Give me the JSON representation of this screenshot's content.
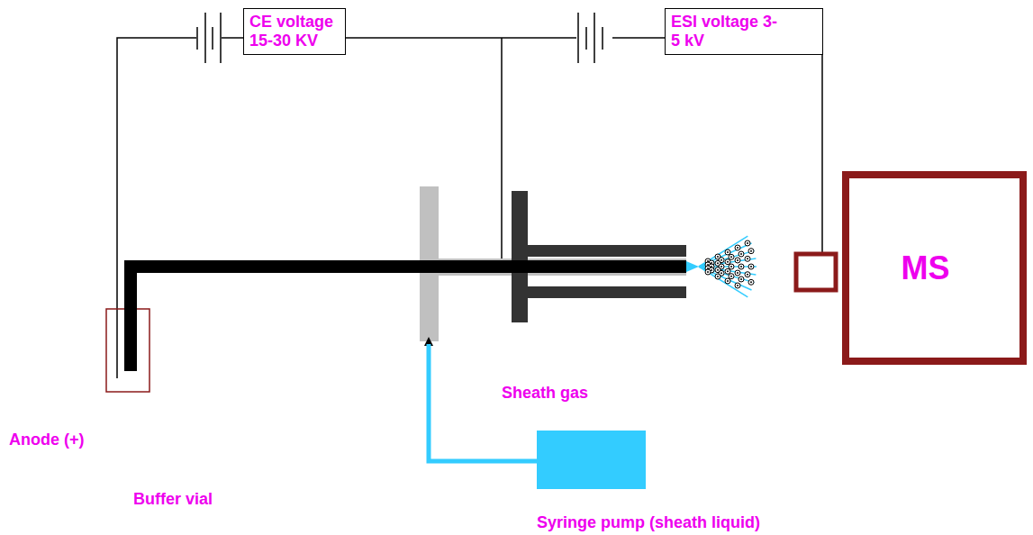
{
  "diagram": {
    "nodes": [
      {
        "text": [
          "CE voltage 15-30 KV"
        ]
      },
      {
        "text": [
          "ESI voltage 3-5 kV"
        ]
      },
      {
        "text": [
          "MS"
        ]
      },
      {
        "text": [
          "Syringe pump (sheath liquid)"
        ]
      }
    ],
    "labels": [
      "Sheath gas",
      "Anode (+)",
      "Buffer vial"
    ]
  }
}
